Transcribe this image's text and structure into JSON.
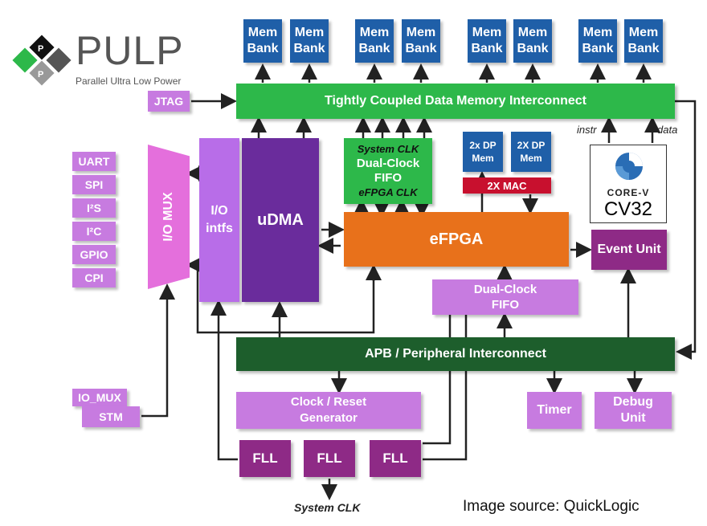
{
  "logo": {
    "name": "PULP",
    "tagline": "Parallel Ultra Low Power",
    "tile_letters": [
      "P",
      "P"
    ]
  },
  "mem_banks": [
    {
      "line1": "Mem",
      "line2": "Bank"
    },
    {
      "line1": "Mem",
      "line2": "Bank"
    },
    {
      "line1": "Mem",
      "line2": "Bank"
    },
    {
      "line1": "Mem",
      "line2": "Bank"
    },
    {
      "line1": "Mem",
      "line2": "Bank"
    },
    {
      "line1": "Mem",
      "line2": "Bank"
    },
    {
      "line1": "Mem",
      "line2": "Bank"
    },
    {
      "line1": "Mem",
      "line2": "Bank"
    }
  ],
  "jtag": "JTAG",
  "tcdm": "Tightly Coupled Data Memory Interconnect",
  "instr": "instr",
  "data": "data",
  "peripherals": [
    "UART",
    "SPI",
    "I²S",
    "I²C",
    "GPIO",
    "CPI"
  ],
  "io_mux": "I/O MUX",
  "io_intfs": {
    "line1": "I/O",
    "line2": "intfs"
  },
  "udma": "uDMA",
  "fifo_top": {
    "top": "System CLK",
    "line1": "Dual-Clock",
    "line2": "FIFO",
    "bottom": "eFPGA CLK"
  },
  "dp_mem_1": {
    "line1": "2x DP",
    "line2": "Mem"
  },
  "dp_mem_2": {
    "line1": "2X DP",
    "line2": "Mem"
  },
  "mac": "2X MAC",
  "efpga": "eFPGA",
  "core": {
    "logo_text": "CORE-V",
    "name": "CV32"
  },
  "event_unit": "Event Unit",
  "fifo_bottom": {
    "line1": "Dual-Clock",
    "line2": "FIFO"
  },
  "apb": "APB / Peripheral Interconnect",
  "clock_reset": {
    "line1": "Clock / Reset",
    "line2": "Generator"
  },
  "timer": "Timer",
  "debug": {
    "line1": "Debug",
    "line2": "Unit"
  },
  "io_mux_small": "IO_MUX",
  "stm": "STM",
  "fll": [
    "FLL",
    "FLL",
    "FLL"
  ],
  "system_clk": "System CLK",
  "source": "Image source: QuickLogic",
  "colors": {
    "mem": "#1f5fa8",
    "interconnect": "#2db84a",
    "apb": "#1d5e2c",
    "efpga": "#e8711b",
    "udma": "#6a2c9c",
    "light_purple": "#c77be0",
    "dark_magenta": "#8e2a86",
    "red": "#c8102e"
  }
}
